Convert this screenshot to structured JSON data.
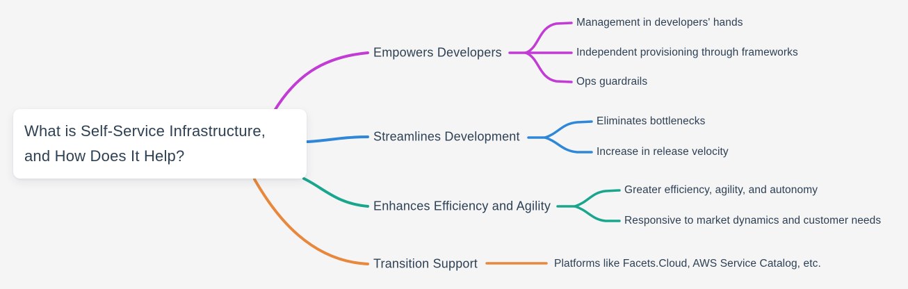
{
  "colors": {
    "background": "#f5f5f6",
    "card": "#ffffff",
    "text": "#2e4053"
  },
  "root": {
    "title": "What is Self-Service Infrastructure, and How Does It Help?"
  },
  "branches": [
    {
      "label": "Empowers Developers",
      "color": "#c23bd4",
      "children": [
        "Management in developers' hands",
        "Independent provisioning through frameworks",
        "Ops guardrails"
      ]
    },
    {
      "label": "Streamlines Development",
      "color": "#2f87d8",
      "children": [
        "Eliminates bottlenecks",
        "Increase in release velocity"
      ]
    },
    {
      "label": "Enhances Efficiency and Agility",
      "color": "#1aa68d",
      "children": [
        "Greater efficiency, agility, and autonomy",
        "Responsive to market dynamics and customer needs"
      ]
    },
    {
      "label": "Transition Support",
      "color": "#e8883c",
      "children": [
        "Platforms like Facets.Cloud, AWS Service Catalog, etc."
      ]
    }
  ]
}
